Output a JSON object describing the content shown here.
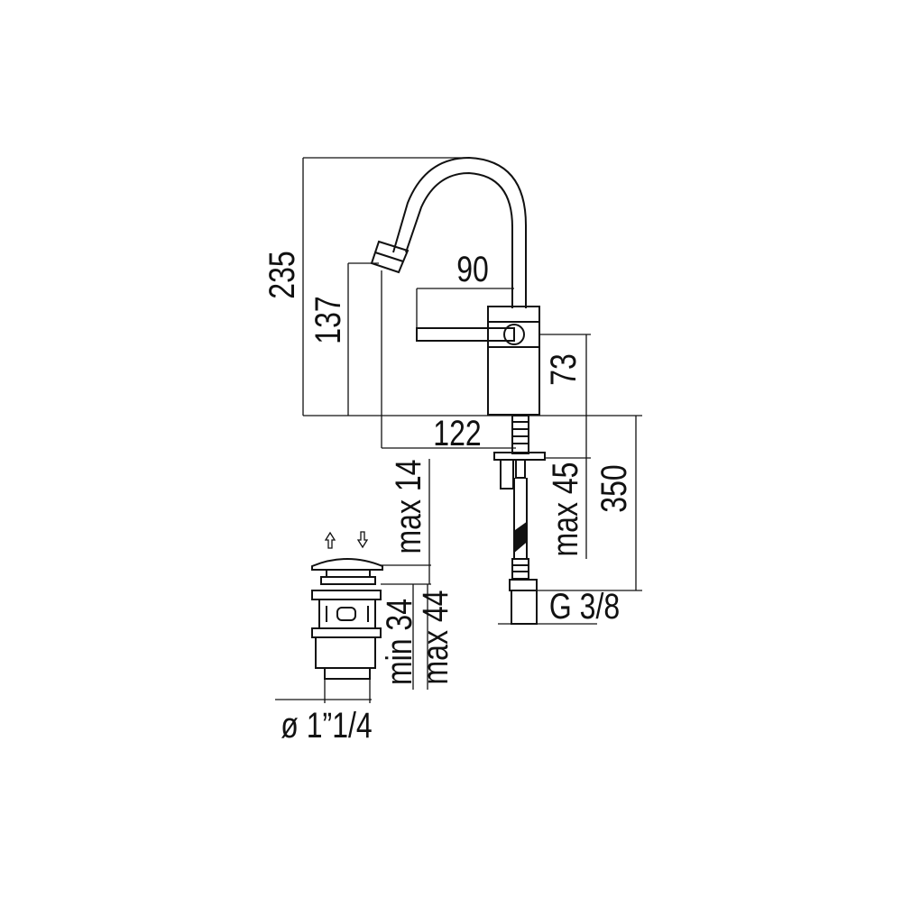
{
  "diagram": {
    "dimensions": {
      "total_height": "235",
      "spout_height": "137",
      "lever_reach": "90",
      "body_height": "73",
      "spout_projection": "122",
      "max_deck_thickness": "max 14",
      "max_shank": "max 45",
      "hose_length": "350",
      "waste_min": "min 34",
      "waste_max": "max 44",
      "thread": "G 3/8",
      "waste_diameter": "ø 1”1/4"
    },
    "colors": {
      "line": "#111111",
      "background": "#ffffff"
    },
    "icons": [
      "arrow-up-icon",
      "arrow-down-icon"
    ]
  }
}
